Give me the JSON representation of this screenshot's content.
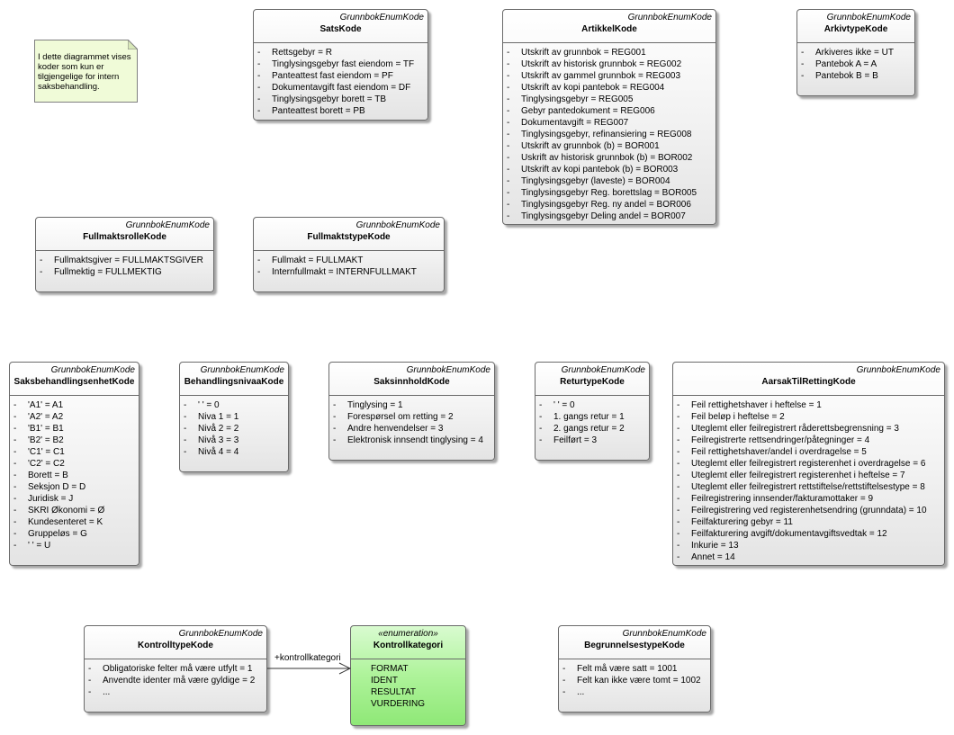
{
  "note": {
    "text": "I dette diagrammet vises koder som kun er tilgjengelige for intern saksbehandling."
  },
  "classes": {
    "satskode": {
      "stereotype": "GrunnbokEnumKode",
      "name": "SatsKode",
      "attributes": [
        "Rettsgebyr = R",
        "Tinglysingsgebyr fast eiendom = TF",
        "Panteattest fast eiendom = PF",
        "Dokumentavgift fast eiendom = DF",
        "Tinglysingsgebyr borett = TB",
        "Panteattest borett = PB"
      ]
    },
    "artikkelkode": {
      "stereotype": "GrunnbokEnumKode",
      "name": "ArtikkelKode",
      "attributes": [
        "Utskrift av grunnbok = REG001",
        "Utskrift av historisk grunnbok = REG002",
        "Utskrift av gammel grunnbok = REG003",
        "Utskrift av kopi pantebok = REG004",
        "Tinglysingsgebyr = REG005",
        "Gebyr pantedokument = REG006",
        "Dokumentavgift = REG007",
        "Tinglysingsgebyr, refinansiering = REG008",
        "Utskrift av grunnbok (b) = BOR001",
        "Uskrift av historisk grunnbok (b) = BOR002",
        "Utskrift av kopi pantebok (b) = BOR003",
        "Tinglysingsgebyr (laveste) = BOR004",
        "Tinglysingsgebyr Reg. borettslag = BOR005",
        "Tinglysingsgebyr Reg. ny andel = BOR006",
        "Tinglysingsgebyr Deling andel = BOR007"
      ]
    },
    "arkivtypekode": {
      "stereotype": "GrunnbokEnumKode",
      "name": "ArkivtypeKode",
      "attributes": [
        "Arkiveres ikke = UT",
        "Pantebok A = A",
        "Pantebok B = B"
      ]
    },
    "fullmaktsrollekode": {
      "stereotype": "GrunnbokEnumKode",
      "name": "FullmaktsrolleKode",
      "attributes": [
        "Fullmaktsgiver = FULLMAKTSGIVER",
        "Fullmektig = FULLMEKTIG"
      ]
    },
    "fullmaktstypekode": {
      "stereotype": "GrunnbokEnumKode",
      "name": "FullmaktstypeKode",
      "attributes": [
        "Fullmakt = FULLMAKT",
        "Internfullmakt = INTERNFULLMAKT"
      ]
    },
    "saksbehandlingsenhetkode": {
      "stereotype": "GrunnbokEnumKode",
      "name": "SaksbehandlingsenhetKode",
      "attributes": [
        "'A1' = A1",
        "'A2' = A2",
        "'B1' = B1",
        "'B2' = B2",
        "'C1' = C1",
        "'C2' = C2",
        "Borett = B",
        "Seksjon D = D",
        "Juridisk = J",
        "SKRI Økonomi = Ø",
        "Kundesenteret = K",
        "Gruppeløs = G",
        "' ' = U"
      ]
    },
    "behandlingsnivaakode": {
      "stereotype": "GrunnbokEnumKode",
      "name": "BehandlingsnivaaKode",
      "attributes": [
        "' ' = 0",
        "Niva 1 = 1",
        "Nivå 2 = 2",
        "Nivå 3 = 3",
        "Nivå 4 = 4"
      ]
    },
    "saksinnholdkode": {
      "stereotype": "GrunnbokEnumKode",
      "name": "SaksinnholdKode",
      "attributes": [
        "Tinglysing = 1",
        "Forespørsel om retting = 2",
        "Andre henvendelser = 3",
        "Elektronisk innsendt tinglysing = 4"
      ]
    },
    "returtypekode": {
      "stereotype": "GrunnbokEnumKode",
      "name": "ReturtypeKode",
      "attributes": [
        "' ' = 0",
        "1. gangs retur = 1",
        "2. gangs retur = 2",
        "Feilført = 3"
      ]
    },
    "aarsaktilrettingkode": {
      "stereotype": "GrunnbokEnumKode",
      "name": "AarsakTilRettingKode",
      "attributes": [
        "Feil rettighetshaver i heftelse = 1",
        "Feil beløp i heftelse = 2",
        "Uteglemt eller feilregistrert råderettsbegrensning = 3",
        "Feilregistrerte rettsendringer/påtegninger = 4",
        "Feil rettighetshaver/andel i overdragelse = 5",
        "Uteglemt eller feilregistrert registerenhet i overdragelse = 6",
        "Uteglemt eller feilregistrert registerenhet i heftelse = 7",
        "Uteglemt eller feilregistrert rettstiftelse/rettstiftelsestype = 8",
        "Feilregistrering innsender/fakturamottaker = 9",
        "Feilregistrering ved registerenhetsendring (grunndata) = 10",
        "Feilfakturering gebyr = 11",
        "Feilfakturering avgift/dokumentavgiftsvedtak = 12",
        "Inkurie = 13",
        "Annet = 14"
      ]
    },
    "kontrolltypekode": {
      "stereotype": "GrunnbokEnumKode",
      "name": "KontrolltypeKode",
      "attributes": [
        "Obligatoriske felter må være utfylt = 1",
        "Anvendte identer må være gyldige = 2",
        "..."
      ]
    },
    "kontrollkategori": {
      "stereotype": "«enumeration»",
      "name": "Kontrollkategori",
      "attributes": [
        "FORMAT",
        "IDENT",
        "RESULTAT",
        "VURDERING"
      ]
    },
    "begrunnelsestypekode": {
      "stereotype": "GrunnbokEnumKode",
      "name": "BegrunnelsestypeKode",
      "attributes": [
        "Felt må være satt = 1001",
        "Felt kan ikke være tomt = 1002",
        "..."
      ]
    }
  },
  "associations": {
    "kontrollkategori_label": "+kontrollkategori"
  }
}
